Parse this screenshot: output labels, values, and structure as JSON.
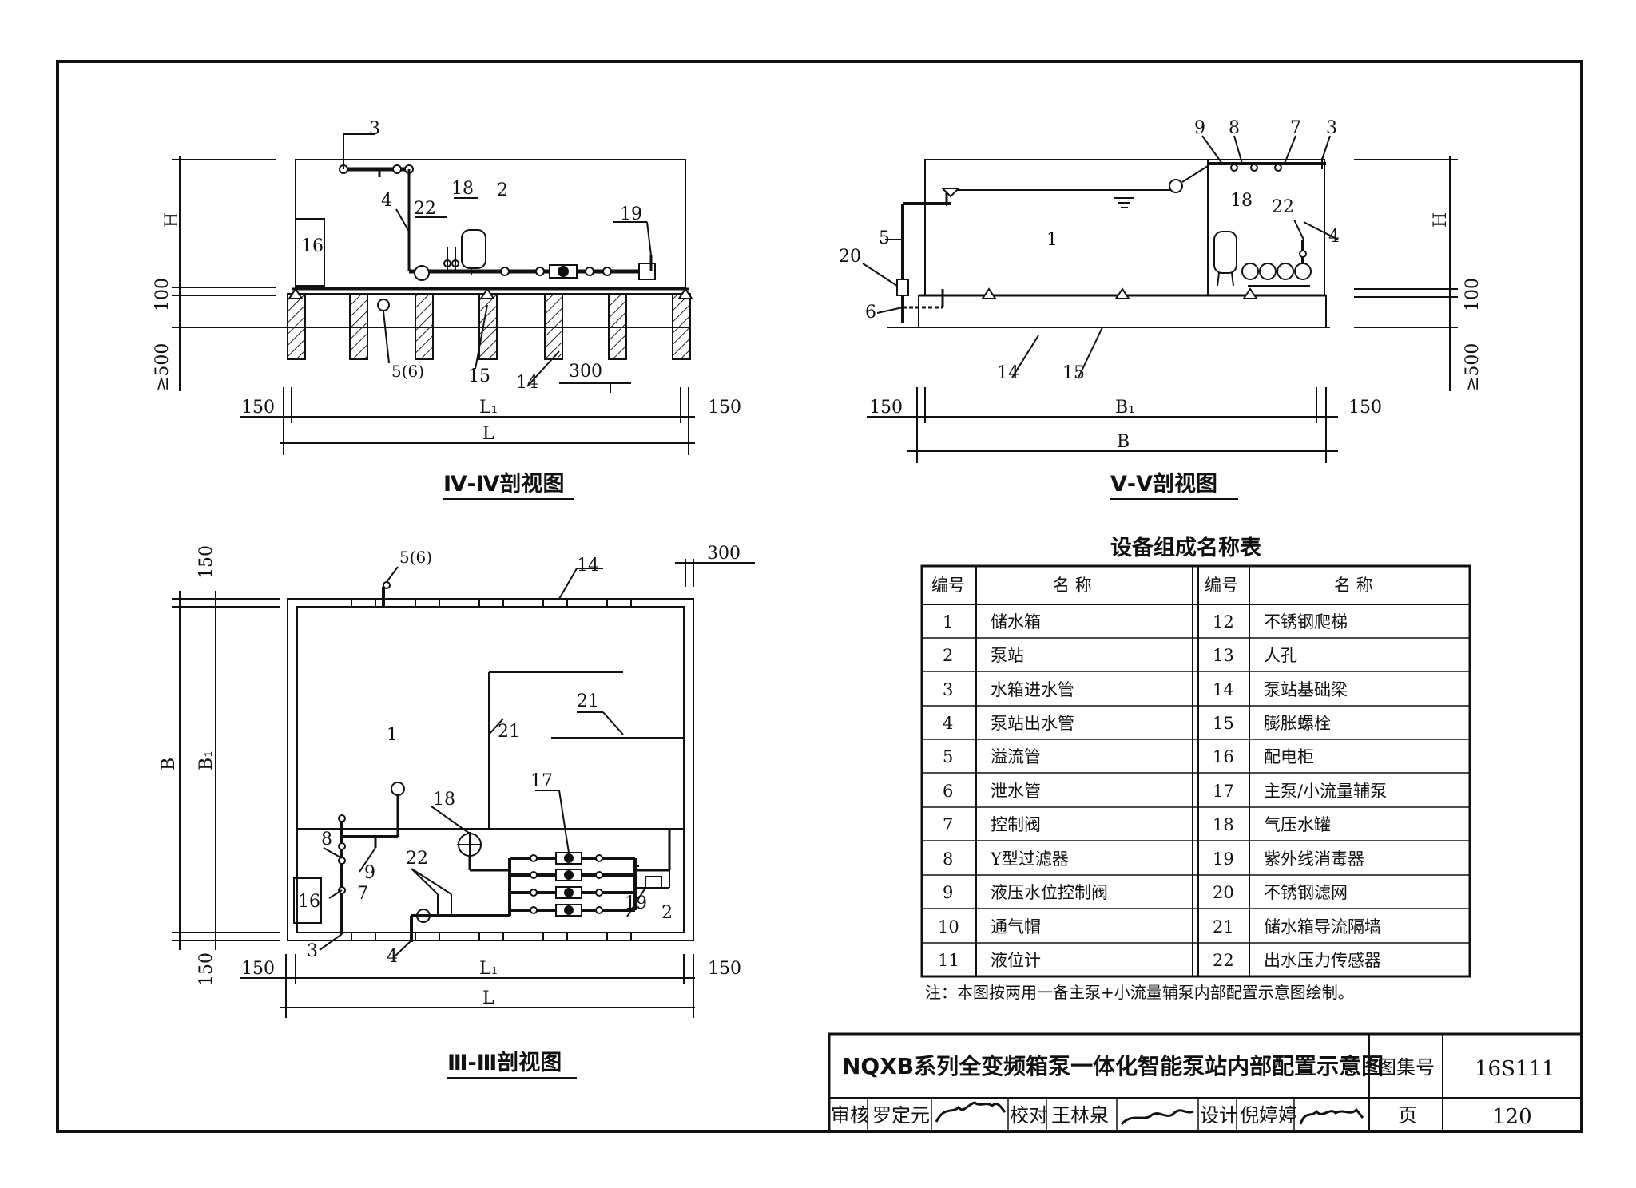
{
  "views": {
    "iv": {
      "caption": "Ⅳ-Ⅳ剖视图",
      "dims": {
        "h": "H",
        "d100": "100",
        "d500": "≥500",
        "left150": "150",
        "right150": "150",
        "l1": "L₁",
        "l": "L",
        "d300": "300"
      },
      "callouts": [
        "3",
        "4",
        "22",
        "18",
        "2",
        "19",
        "16",
        "5(6)",
        "15",
        "14"
      ]
    },
    "v": {
      "caption": "Ⅴ-Ⅴ剖视图",
      "dims": {
        "h": "H",
        "d100": "100",
        "d500": "≥500",
        "left150": "150",
        "right150": "150",
        "b1": "B₁",
        "b": "B"
      },
      "callouts": [
        "9",
        "8",
        "7",
        "3",
        "5",
        "20",
        "6",
        "1",
        "18",
        "22",
        "4",
        "14",
        "15"
      ]
    },
    "iii": {
      "caption": "Ⅲ-Ⅲ剖视图",
      "dims": {
        "top150": "150",
        "bottom150": "150",
        "b": "B",
        "b1": "B₁",
        "d300": "300",
        "left150": "150",
        "right150": "150",
        "l1": "L₁",
        "l": "L"
      },
      "callouts": [
        "5(6)",
        "14",
        "21",
        "1",
        "21",
        "17",
        "18",
        "8",
        "9",
        "7",
        "22",
        "16",
        "19",
        "2",
        "3",
        "4"
      ]
    }
  },
  "equipment_table": {
    "title": "设备组成名称表",
    "headers": {
      "no": "编号",
      "name": "名 称",
      "no2": "编号",
      "name2": "名 称"
    },
    "rows": [
      {
        "no": "1",
        "name": "储水箱",
        "no2": "12",
        "name2": "不锈钢爬梯"
      },
      {
        "no": "2",
        "name": "泵站",
        "no2": "13",
        "name2": "人孔"
      },
      {
        "no": "3",
        "name": "水箱进水管",
        "no2": "14",
        "name2": "泵站基础梁"
      },
      {
        "no": "4",
        "name": "泵站出水管",
        "no2": "15",
        "name2": "膨胀螺栓"
      },
      {
        "no": "5",
        "name": "溢流管",
        "no2": "16",
        "name2": "配电柜"
      },
      {
        "no": "6",
        "name": "泄水管",
        "no2": "17",
        "name2": "主泵/小流量辅泵"
      },
      {
        "no": "7",
        "name": "控制阀",
        "no2": "18",
        "name2": "气压水罐"
      },
      {
        "no": "8",
        "name": "Y型过滤器",
        "no2": "19",
        "name2": "紫外线消毒器"
      },
      {
        "no": "9",
        "name": "液压水位控制阀",
        "no2": "20",
        "name2": "不锈钢滤网"
      },
      {
        "no": "10",
        "name": "通气帽",
        "no2": "21",
        "name2": "储水箱导流隔墙"
      },
      {
        "no": "11",
        "name": "液位计",
        "no2": "22",
        "name2": "出水压力传感器"
      }
    ],
    "note": "注：本图按两用一备主泵+小流量辅泵内部配置示意图绘制。"
  },
  "title_block": {
    "title": "NQXB系列全变频箱泵一体化智能泵站内部配置示意图",
    "atlas_label": "图集号",
    "atlas_no": "16S111",
    "review_label": "审核",
    "reviewer": "罗定元",
    "check_label": "校对",
    "checker": "王林泉",
    "design_label": "设计",
    "designer": "倪婷婷",
    "page_label": "页",
    "page_no": "120"
  }
}
